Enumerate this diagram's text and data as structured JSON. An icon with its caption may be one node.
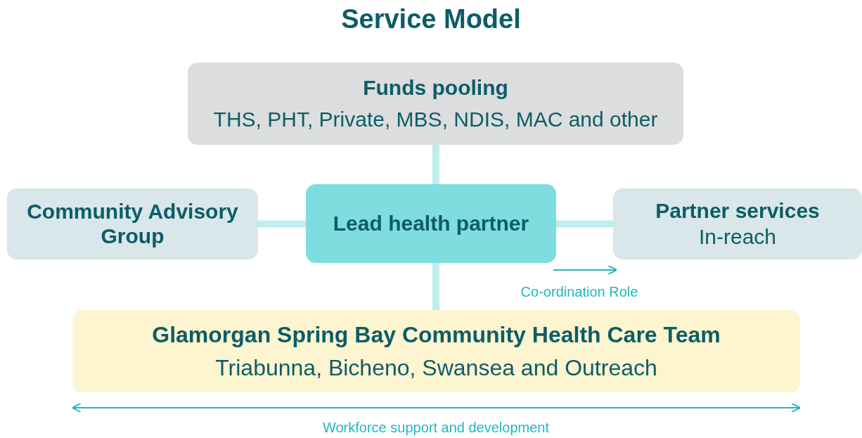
{
  "diagram": {
    "title": "Service Model",
    "nodes": [
      {
        "text": [
          "Funds pooling",
          "THS, PHT, Private, MBS, NDIS, MAC and other"
        ]
      },
      {
        "text": [
          "Community Advisory Group"
        ]
      },
      {
        "text": [
          "Lead health partner"
        ]
      },
      {
        "text": [
          "Partner services",
          "In-reach"
        ]
      },
      {
        "text": [
          "Glamorgan Spring Bay Community Health Care Team",
          "Triabunna, Bicheno, Swansea and Outreach"
        ]
      }
    ],
    "edges": [
      {
        "from": 0,
        "to": 2,
        "arrow": "none"
      },
      {
        "from": 1,
        "to": 2,
        "arrow": "none"
      },
      {
        "from": 2,
        "to": 3,
        "arrow": "none"
      },
      {
        "from": 2,
        "to": 4,
        "arrow": "none"
      }
    ],
    "labels": [
      "Co-ordination Role",
      "Workforce support and development"
    ]
  }
}
